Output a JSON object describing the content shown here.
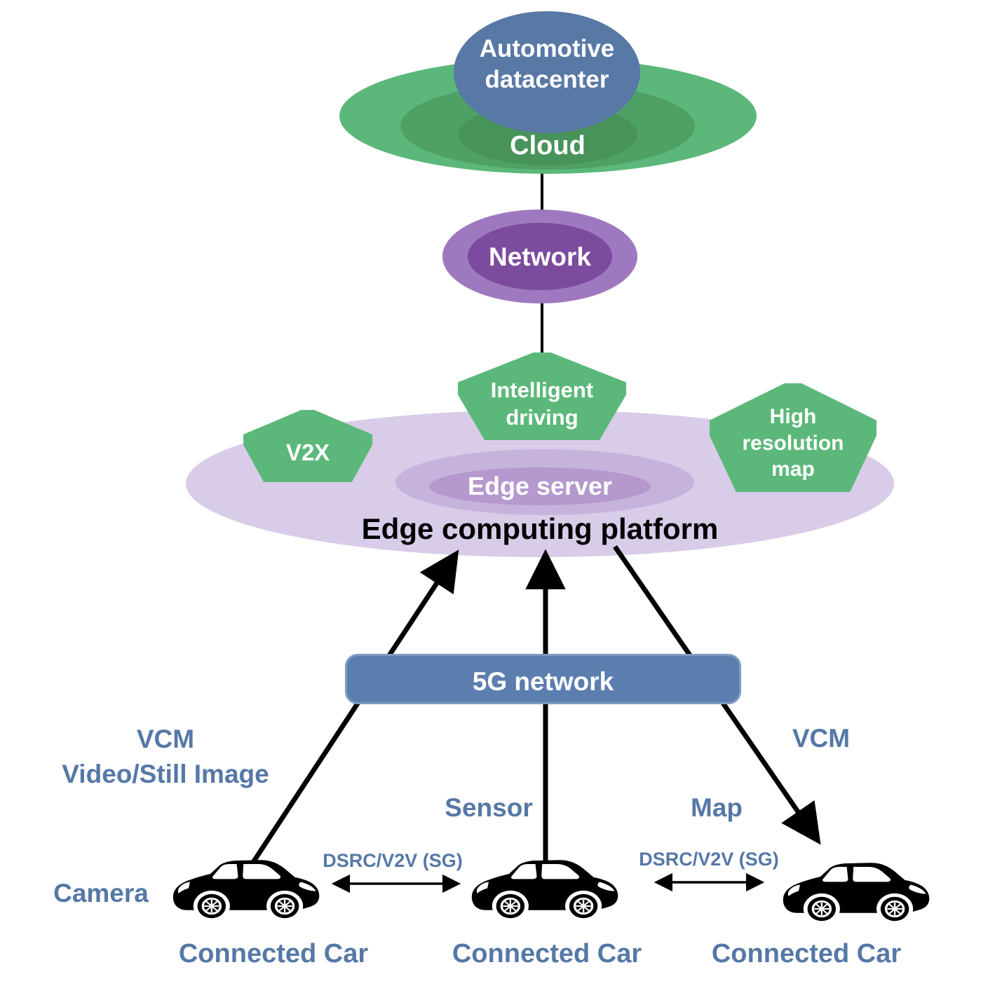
{
  "colors": {
    "green": "#5CB87A",
    "green_mid": "#4FA065",
    "green_dark": "#47935A",
    "steel_blue": "#5878A6",
    "five_g_bar_blue": "#5B7EAE",
    "purple_light": "#9F79BF",
    "purple_dark": "#7B4B9D",
    "lavender_outer": "#D8CCE8",
    "lavender_mid": "#C6B3DC",
    "lavender_inner": "#B598CE",
    "label_blue": "#5578A6",
    "line_black": "#000000"
  },
  "cloud": {
    "datacenter_lines": [
      "Automotive",
      "datacenter"
    ],
    "label": "Cloud"
  },
  "network": {
    "label": "Network"
  },
  "platform": {
    "server_label": "Edge server",
    "label": "Edge computing platform",
    "pentagon_v2x": {
      "lines": [
        "V2X"
      ]
    },
    "pentagon_intelligent_driving": {
      "lines": [
        "Intelligent",
        "driving"
      ]
    },
    "pentagon_high_resolution_map": {
      "lines": [
        "High",
        "resolution",
        "map"
      ]
    }
  },
  "five_g_bar": {
    "label": "5G network"
  },
  "link_labels": {
    "uplink_left_line1": "VCM",
    "uplink_left_line2": "Video/Still Image",
    "uplink_middle": "Sensor",
    "downlink_map": "Map",
    "downlink_vcm": "VCM",
    "camera": "Camera",
    "dsrc_left": "DSRC/V2V (SG)",
    "dsrc_right": "DSRC/V2V (SG)"
  },
  "cars": [
    {
      "label": "Connected Car"
    },
    {
      "label": "Connected Car"
    },
    {
      "label": "Connected Car"
    }
  ]
}
